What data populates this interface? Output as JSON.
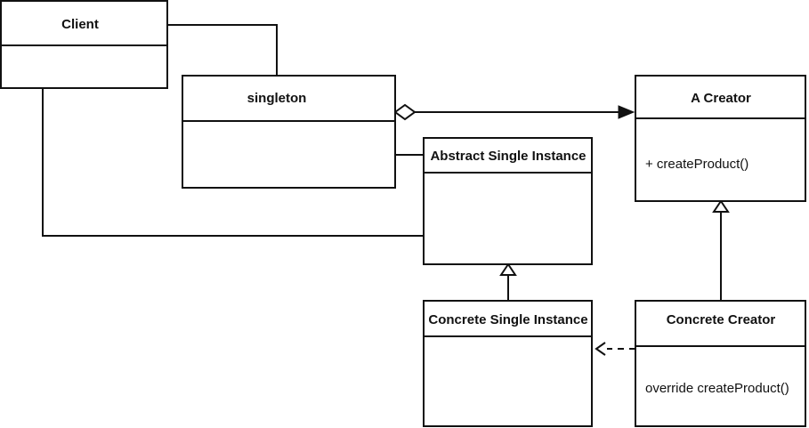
{
  "diagram": {
    "classes": {
      "client": {
        "title": "Client",
        "members": []
      },
      "singleton": {
        "title": "singleton",
        "members": []
      },
      "a_creator": {
        "title": "A Creator",
        "members": [
          "+ createProduct()"
        ]
      },
      "abstract_single_instance": {
        "title": "Abstract Single Instance",
        "members": []
      },
      "concrete_single_instance": {
        "title": "Concrete Single Instance",
        "members": []
      },
      "concrete_creator": {
        "title": "Concrete Creator",
        "members": [
          "override createProduct()"
        ]
      }
    },
    "relationships": [
      {
        "from": "Client",
        "to": "singleton",
        "kind": "association"
      },
      {
        "from": "Client",
        "to": "Abstract Single Instance",
        "kind": "association"
      },
      {
        "from": "singleton",
        "to": "A Creator",
        "kind": "aggregation"
      },
      {
        "from": "singleton",
        "to": "Abstract Single Instance",
        "kind": "association"
      },
      {
        "from": "Concrete Single Instance",
        "to": "Abstract Single Instance",
        "kind": "generalization"
      },
      {
        "from": "Concrete Creator",
        "to": "A Creator",
        "kind": "generalization"
      },
      {
        "from": "Concrete Creator",
        "to": "Concrete Single Instance",
        "kind": "dependency"
      }
    ]
  }
}
